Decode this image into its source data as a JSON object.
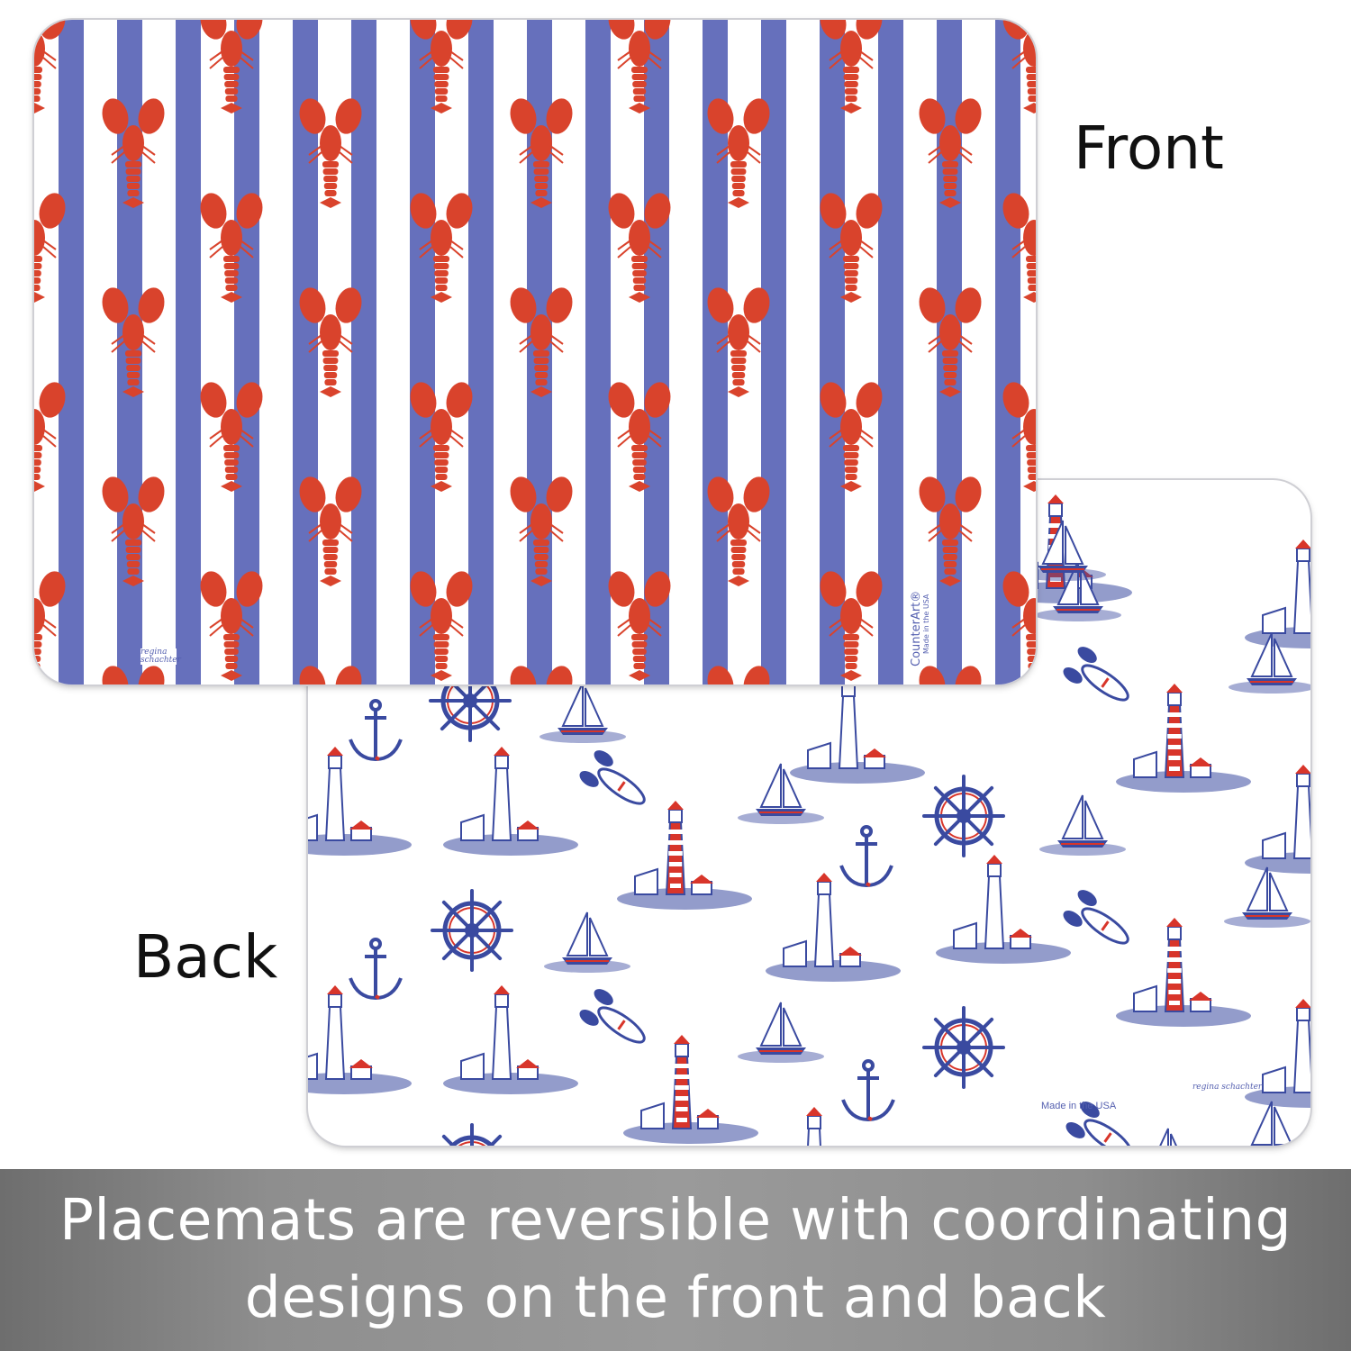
{
  "labels": {
    "front": "Front",
    "back": "Back"
  },
  "front_mat": {
    "brand": "CounterArt®",
    "made": "Made in the USA",
    "signature": "regina schachter"
  },
  "back_mat": {
    "made": "Made in the USA",
    "signature": "regina schachter"
  },
  "banner": {
    "line1": "Placemats are reversible with coordinating",
    "line2": "designs on the front and back"
  },
  "colors": {
    "stripe": "#5560b5",
    "lobster": "#d9432c",
    "navy": "#3a4aa0",
    "red": "#d8352a",
    "banner": "#8e8e8e"
  }
}
